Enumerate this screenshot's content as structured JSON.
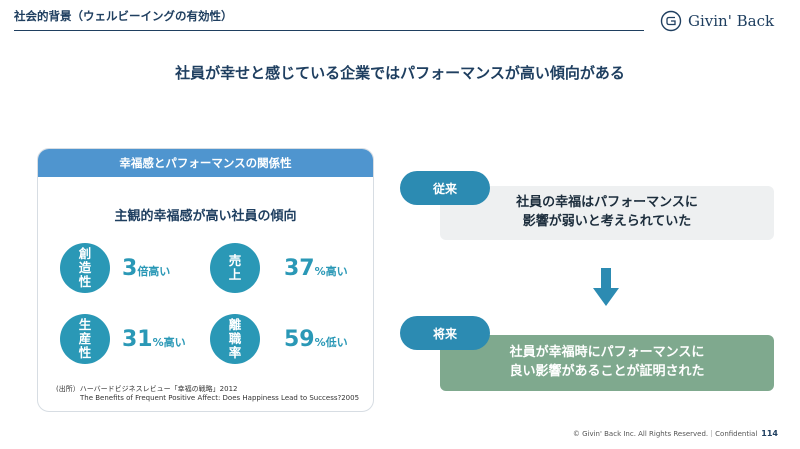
{
  "header": {
    "section_title": "社会的背景（ウェルビーイングの有効性）",
    "logo_text": "Givin' Back",
    "logo_icon": "gb-monogram-icon"
  },
  "headline": "社員が幸せと感じている企業ではパフォーマンスが高い傾向がある",
  "left_panel": {
    "header": "幸福感とパフォーマンスの関係性",
    "subtitle": "主観的幸福感が高い社員の傾向",
    "stats": [
      {
        "label": "創造性",
        "value": "3",
        "unit": "倍高い"
      },
      {
        "label": "売上",
        "value": "37",
        "unit": "%高い"
      },
      {
        "label": "生産性",
        "value": "31",
        "unit": "%高い"
      },
      {
        "label": "離職率",
        "value": "59",
        "unit": "%低い"
      }
    ],
    "source_line1": "(出所）ハーバードビジネスレビュー「幸福の戦略」2012",
    "source_line2": "The Benefits of Frequent Positive Affect: Does Happiness Lead to Success?2005"
  },
  "right_panel": {
    "before_label": "従来",
    "before_text_line1": "社員の幸福はパフォーマンスに",
    "before_text_line2": "影響が弱いと考えられていた",
    "after_label": "将来",
    "after_text_line1": "社員が幸福時にパフォーマンスに",
    "after_text_line2": "良い影響があることが証明された",
    "arrow_icon": "arrow-down-icon"
  },
  "footer": {
    "copyright": "© Givin' Back Inc. All Rights Reserved.｜Confidential",
    "page_number": "114"
  },
  "colors": {
    "navy": "#1f3f60",
    "teal": "#2a98b6",
    "panel_header": "#4f95cf",
    "pill": "#2c8bb2",
    "after_box": "#7fa98e",
    "before_box": "#eef0f1"
  }
}
